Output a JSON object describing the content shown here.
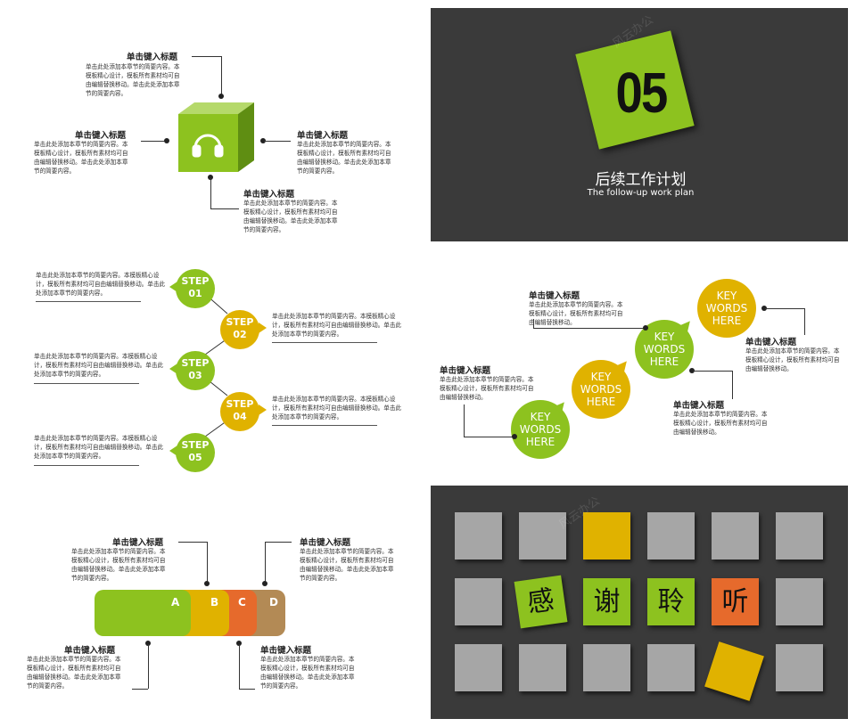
{
  "common": {
    "heading": "单击键入标题",
    "desc4": "单击此处添加本章节的简要内容。本模板精心设计，模板所有素材均可自由编辑替换移动。单击此处添加本章节的简要内容。",
    "desc_step": "单击此处添加本章节的简要内容。本模板精心设计，模板所有素材均可自由编辑替换移动。单击此处添加本章节的简要内容。",
    "desc_kw": "单击此处添加本章节的简要内容。本模板精心设计，模板所有素材均可自由编辑替换移动。"
  },
  "slide2": {
    "number": "05",
    "title_cn": "后续工作计划",
    "title_en": "The follow-up work plan",
    "watermark": "风云办公"
  },
  "slide3": {
    "steps": [
      {
        "label": "STEP",
        "num": "01"
      },
      {
        "label": "STEP",
        "num": "02"
      },
      {
        "label": "STEP",
        "num": "03"
      },
      {
        "label": "STEP",
        "num": "04"
      },
      {
        "label": "STEP",
        "num": "05"
      }
    ]
  },
  "slide4": {
    "bubbles": [
      "KEY WORDS HERE",
      "KEY WORDS HERE",
      "KEY WORDS HERE",
      "KEY WORDS HERE"
    ]
  },
  "slide5": {
    "segments": [
      "A",
      "B",
      "C",
      "D"
    ]
  },
  "slide6": {
    "chars": [
      "感",
      "谢",
      "聆",
      "听"
    ],
    "watermark": "风云办公"
  },
  "colors": {
    "green": "#8dc21f",
    "yellow": "#e0b200",
    "orange": "#e66a2c",
    "tan": "#b38a55",
    "dark": "#3a3a3a",
    "gray_tile": "#a6a6a6"
  }
}
